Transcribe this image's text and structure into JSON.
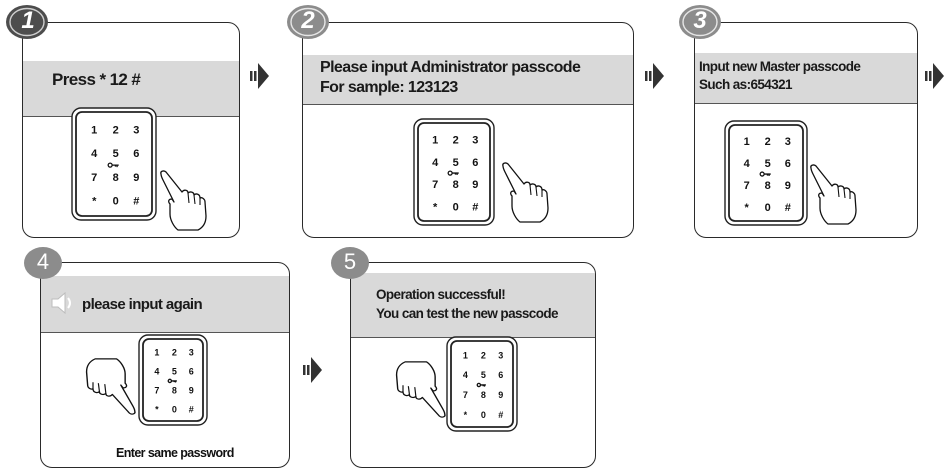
{
  "steps": [
    {
      "number": "1",
      "lines": [
        "Press * 12 #"
      ]
    },
    {
      "number": "2",
      "lines": [
        "Please input Administrator passcode",
        "For sample: 123123"
      ]
    },
    {
      "number": "3",
      "lines": [
        "Input new Master passcode",
        "Such as:654321"
      ]
    },
    {
      "number": "4",
      "lines": [
        "please input again"
      ],
      "caption": "Enter same password"
    },
    {
      "number": "5",
      "lines": [
        "Operation successful!",
        "You can test the new passcode"
      ]
    }
  ],
  "keypad": {
    "rows": [
      [
        "1",
        "2",
        "3"
      ],
      [
        "4",
        "5",
        "6"
      ],
      [
        "7",
        "8",
        "9"
      ],
      [
        "*",
        "0",
        "#"
      ]
    ]
  },
  "icons": {
    "flow_arrow": "flow-arrow-icon",
    "speaker": "speaker-icon",
    "key": "key-icon",
    "hand": "pointing-hand-icon"
  },
  "colors": {
    "band": "#d9d9d9",
    "badge_dark": "#4d4d4d",
    "badge_light": "#8c8c8c",
    "arrow": "#333333"
  }
}
